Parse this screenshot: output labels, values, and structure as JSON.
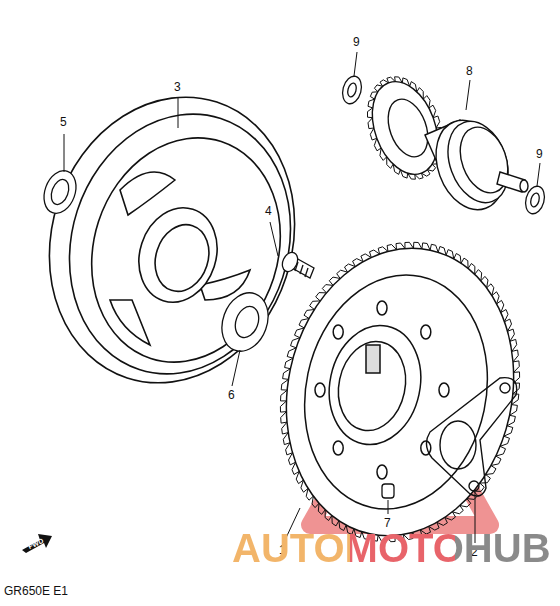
{
  "diagram": {
    "labels": [
      "3",
      "5",
      "4",
      "6",
      "9",
      "8",
      "9",
      "7",
      "1",
      "2",
      "GR650E E1",
      "FWD",
      "AUTOMOTOHUB"
    ]
  }
}
